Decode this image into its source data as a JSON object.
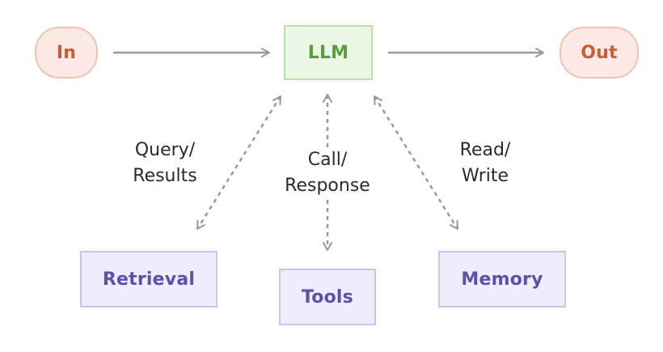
{
  "nodes": {
    "in": "In",
    "llm": "LLM",
    "out": "Out",
    "retrieval": "Retrieval",
    "tools": "Tools",
    "memory": "Memory"
  },
  "connections": {
    "retrieval": {
      "line1": "Query/",
      "line2": "Results"
    },
    "tools": {
      "line1": "Call/",
      "line2": "Response"
    },
    "memory": {
      "line1": "Read/",
      "line2": "Write"
    }
  },
  "colors": {
    "input_output": "#cc5c33",
    "llm": "#5a9d41",
    "modules": "#5a51aa",
    "arrows": "#9a9a96"
  }
}
